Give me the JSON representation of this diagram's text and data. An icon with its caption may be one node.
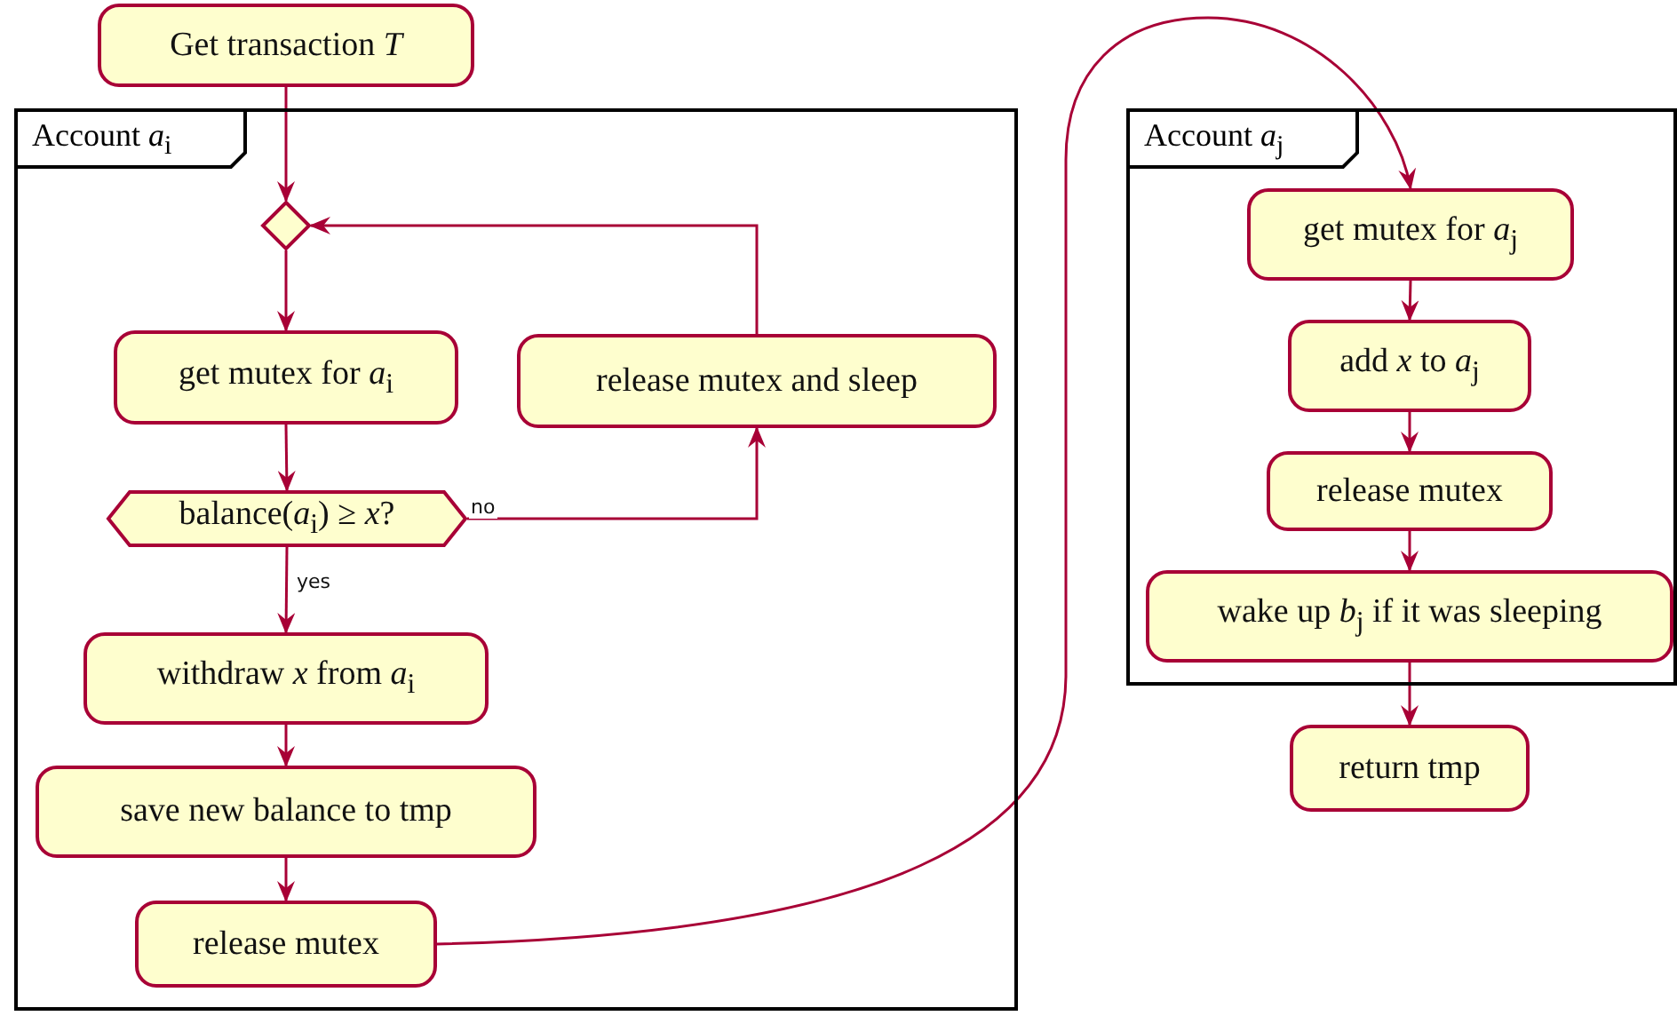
{
  "diagram": {
    "nodes": [
      {
        "text": [
          "Get transaction *T*"
        ]
      },
      {
        "text": [
          "Account *a*$_{i}$"
        ]
      },
      {
        "text": [],
        "shape": "diamond",
        "in": 1
      },
      {
        "text": [
          "get mutex for *a*$_{i}$"
        ],
        "in": 1
      },
      {
        "text": [
          "release mutex and sleep"
        ],
        "in": 1
      },
      {
        "text": [
          "balance(*a*$_{i}$) ≥ *x*?"
        ],
        "in": 1
      },
      {
        "text": [
          "withdraw *x* from *a*$_{i}$"
        ],
        "in": 1
      },
      {
        "text": [
          "save new balance to tmp"
        ],
        "in": 1
      },
      {
        "text": [
          "release mutex"
        ],
        "in": 1
      },
      {
        "text": [
          "Account *a*$_{j}$"
        ]
      },
      {
        "text": [
          "get mutex for *a*$_{j}$"
        ],
        "in": 9
      },
      {
        "text": [
          "add *x* to *a*$_{j}$"
        ],
        "in": 9
      },
      {
        "text": [
          "release mutex"
        ],
        "in": 9
      },
      {
        "text": [
          "wake up *b*$_{j}$ if it was sleeping"
        ],
        "in": 9
      },
      {
        "text": [
          "return tmp"
        ]
      }
    ],
    "edges": [
      {
        "from": 0,
        "to": 2,
        "arrow": "to"
      },
      {
        "from": 2,
        "to": 3,
        "arrow": "to"
      },
      {
        "from": 3,
        "to": 5,
        "arrow": "to"
      },
      {
        "from": 5,
        "to": 4,
        "arrow": "to",
        "label": "no"
      },
      {
        "from": 4,
        "to": 2,
        "arrow": "to"
      },
      {
        "from": 5,
        "to": 6,
        "arrow": "to",
        "label": "yes"
      },
      {
        "from": 6,
        "to": 7,
        "arrow": "to"
      },
      {
        "from": 7,
        "to": 8,
        "arrow": "to"
      },
      {
        "from": 8,
        "to": 10,
        "arrow": "to"
      },
      {
        "from": 10,
        "to": 11,
        "arrow": "to"
      },
      {
        "from": 11,
        "to": 12,
        "arrow": "to"
      },
      {
        "from": 12,
        "to": 13,
        "arrow": "to"
      },
      {
        "from": 13,
        "to": 14,
        "arrow": "to"
      }
    ]
  }
}
